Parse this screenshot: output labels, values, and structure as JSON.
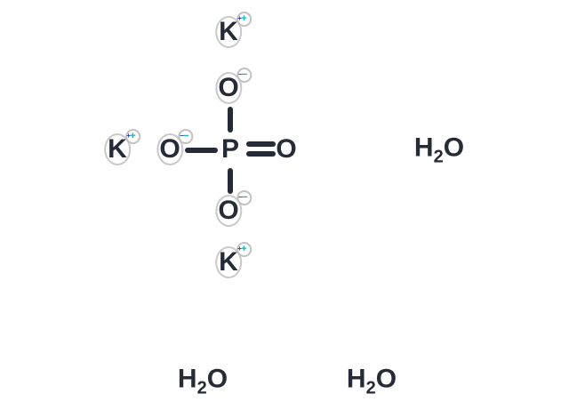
{
  "colors": {
    "structure": "#262b38",
    "halo": "#c9c9c9",
    "charge_ring": "#c2c2c2",
    "charge_symbol": "#00b9cf",
    "charge_superscript": "#2433cb",
    "background": "#ffffff"
  },
  "atoms": {
    "p": {
      "symbol": "P"
    },
    "o_double": {
      "symbol": "O"
    },
    "o_top": {
      "symbol": "O",
      "charge": "−"
    },
    "o_left": {
      "symbol": "O",
      "charge": "−"
    },
    "o_bottom": {
      "symbol": "O",
      "charge": "−"
    },
    "k_top": {
      "symbol": "K",
      "charge": "+"
    },
    "k_left": {
      "symbol": "K",
      "charge": "+"
    },
    "k_bottom": {
      "symbol": "K",
      "charge": "+"
    }
  },
  "waters": [
    {
      "h": "H",
      "subscript": "2",
      "o": "O"
    },
    {
      "h": "H",
      "subscript": "2",
      "o": "O"
    },
    {
      "h": "H",
      "subscript": "2",
      "o": "O"
    }
  ]
}
